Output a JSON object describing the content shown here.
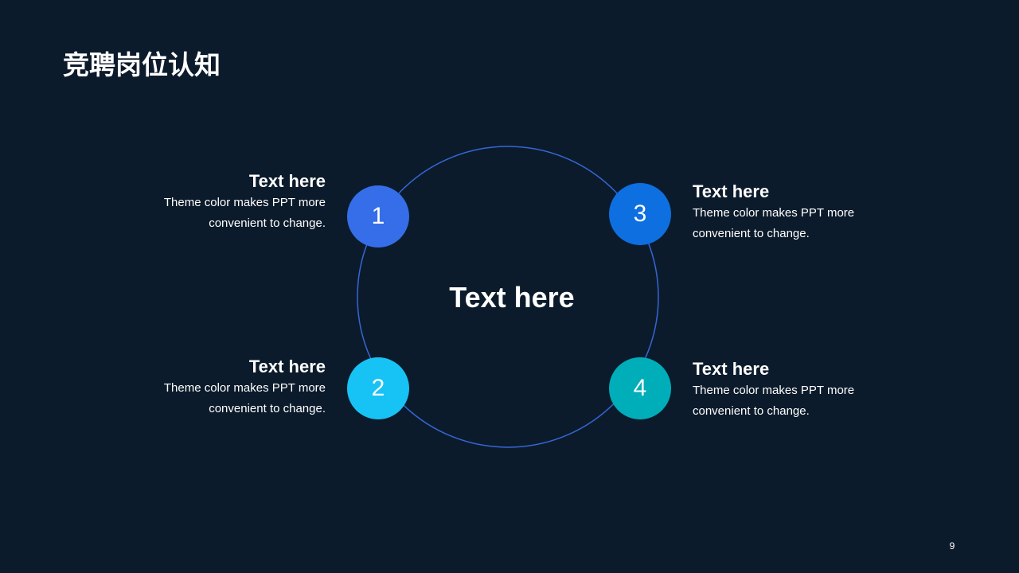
{
  "slide": {
    "title": "竞聘岗位认知",
    "center_label": "Text here",
    "page_number": "9",
    "ring_color": "#3566d6",
    "background_color": "#0c1b2b"
  },
  "items": [
    {
      "number": "1",
      "title": "Text here",
      "desc_line1": "Theme color makes PPT more",
      "desc_line2": "convenient to change.",
      "color": "#356ee8"
    },
    {
      "number": "2",
      "title": "Text here",
      "desc_line1": "Theme color makes PPT more",
      "desc_line2": "convenient to change.",
      "color": "#17c3f5"
    },
    {
      "number": "3",
      "title": "Text here",
      "desc_line1": "Theme color makes PPT more",
      "desc_line2": "convenient to change.",
      "color": "#0d6fe0"
    },
    {
      "number": "4",
      "title": "Text here",
      "desc_line1": "Theme color makes PPT more",
      "desc_line2": "convenient to change.",
      "color": "#00aeba"
    }
  ]
}
